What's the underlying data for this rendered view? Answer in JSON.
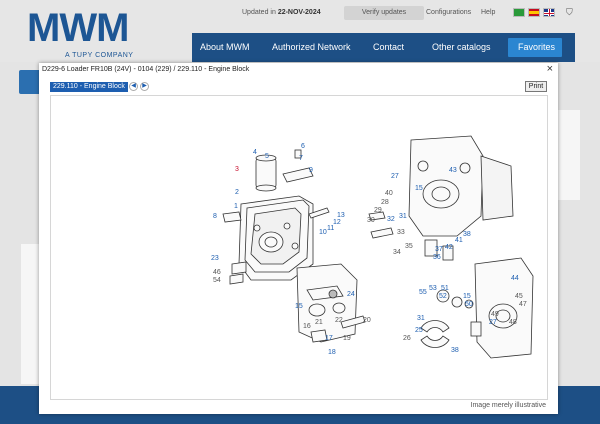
{
  "header": {
    "logo_text": "MWM",
    "logo_tagline": "A TUPY COMPANY",
    "updated_label": "Updated in",
    "updated_date": "22-NOV-2024",
    "verify_updates": "Verify updates",
    "configurations": "Configurations",
    "help": "Help",
    "flags": [
      "pt-BR",
      "es",
      "en-GB"
    ],
    "user_icon": "shield-icon"
  },
  "nav": {
    "items": [
      "About MWM",
      "Authorized Network",
      "Contact",
      "Other catalogs",
      "Favorites"
    ]
  },
  "modal": {
    "breadcrumb": "D229-6 Loader FR10B (24V) - 0104 (229)  /  229.110 - Engine Block",
    "selected_group": "229.110 - Engine Block",
    "print_label": "Print",
    "close_label": "×",
    "prev_icon": "arrow-left-icon",
    "next_icon": "arrow-right-icon",
    "footer_note": "Image merely illustrative"
  },
  "diagram": {
    "callouts_main": [
      "1",
      "2",
      "3",
      "4",
      "5",
      "6",
      "7",
      "8",
      "9",
      "10",
      "11",
      "12",
      "13",
      "23",
      "46",
      "54"
    ],
    "callouts_right": [
      "27",
      "15",
      "43",
      "40",
      "28",
      "29",
      "30",
      "32",
      "31",
      "33",
      "34",
      "35",
      "36",
      "37",
      "41",
      "42",
      "38"
    ],
    "callouts_bottom_mid": [
      "15",
      "24",
      "16",
      "21",
      "17",
      "19",
      "20",
      "18",
      "22"
    ],
    "callouts_bottom_right": [
      "44",
      "53",
      "51",
      "55",
      "52",
      "50",
      "15",
      "45",
      "47",
      "49",
      "27",
      "48",
      "31",
      "25",
      "26",
      "38"
    ]
  }
}
